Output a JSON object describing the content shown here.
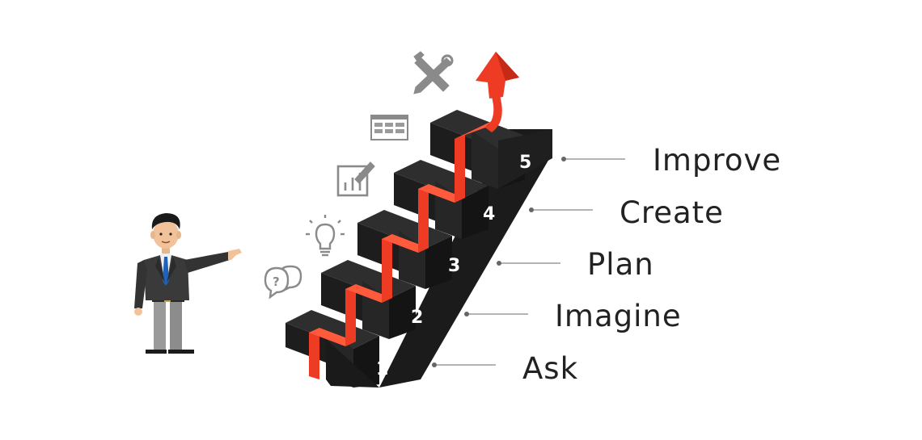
{
  "steps": [
    {
      "number": "1",
      "label": "Ask",
      "icon": "question-chat-icon"
    },
    {
      "number": "2",
      "label": "Imagine",
      "icon": "lightbulb-icon"
    },
    {
      "number": "3",
      "label": "Plan",
      "icon": "plan-chart-icon"
    },
    {
      "number": "4",
      "label": "Create",
      "icon": "blueprint-icon"
    },
    {
      "number": "5",
      "label": "Improve",
      "icon": "tools-icon"
    }
  ],
  "colors": {
    "stair_top": "#2c2c2c",
    "stair_front": "#161616",
    "stair_side": "#232323",
    "arrow": "#ee3b24",
    "arrow_dark": "#c52a16",
    "icon_gray": "#8a8a8a",
    "text": "#222222"
  }
}
